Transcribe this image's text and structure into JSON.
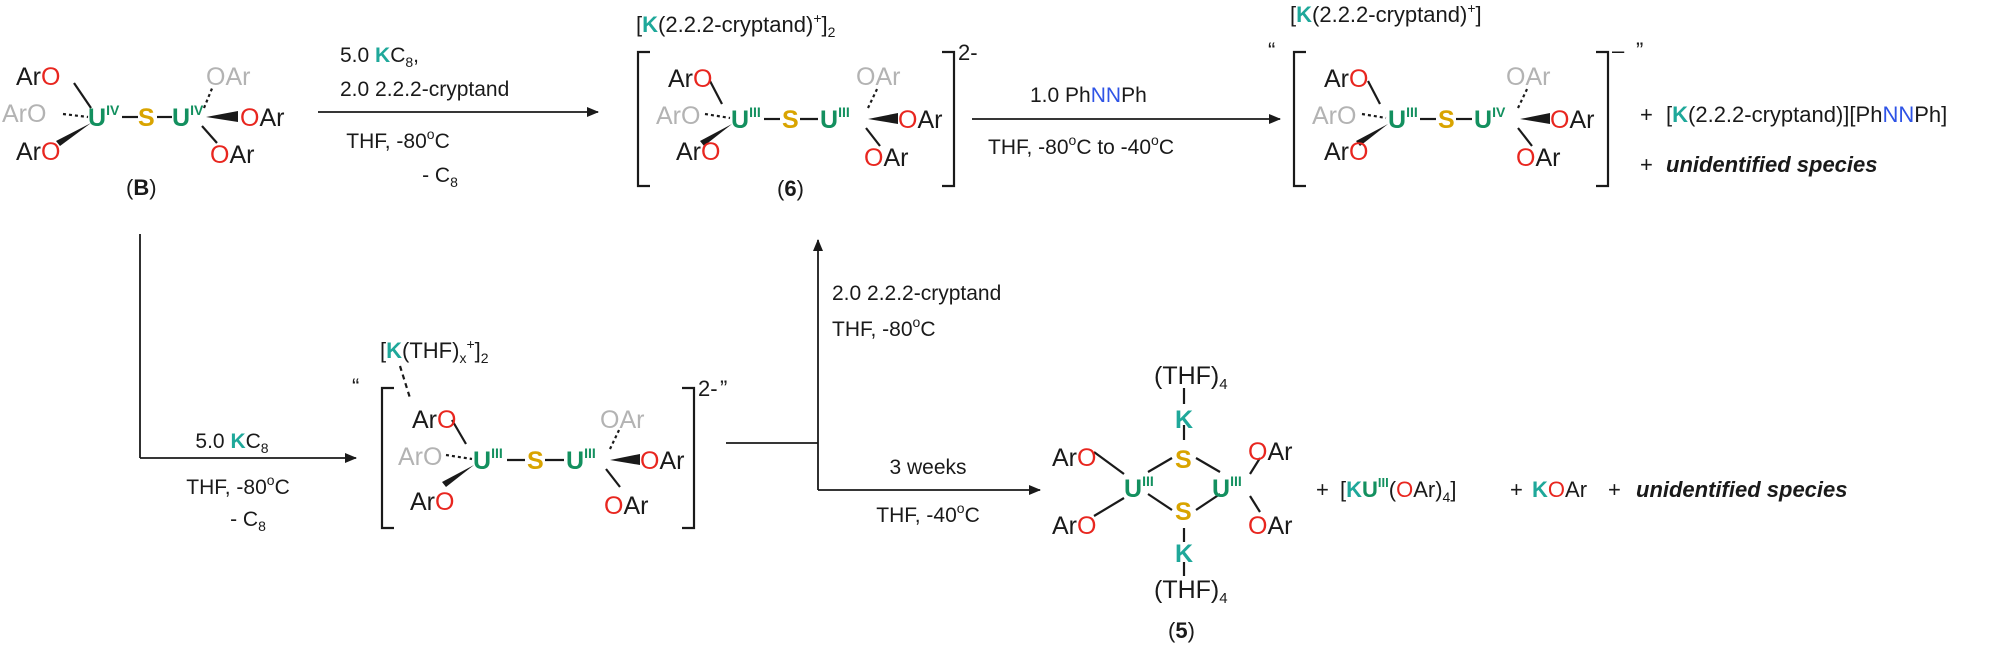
{
  "colors": {
    "uranium": "#13905f",
    "potassium": "#1fa89a",
    "sulfur": "#d9a400",
    "oxygen": "#e8261f",
    "nitrogen": "#2f54e6",
    "back_ligand": "#b3b3b3",
    "text": "#1a1a1a"
  },
  "atoms": {
    "ar": "Ar",
    "o": "O",
    "u": "U",
    "s": "S",
    "k": "K",
    "n": "N"
  },
  "oxidation": {
    "iv": "IV",
    "iii": "III"
  },
  "compounds": {
    "B": {
      "label": "B",
      "open": "(",
      "close": ")"
    },
    "c6": {
      "label": "6",
      "open": "(",
      "close": ")",
      "cation_pre": "[",
      "cation_mid": "(2.2.2-cryptand)",
      "cation_sup": "+",
      "cation_post": "]",
      "cation_sub": "2",
      "charge": "2-"
    },
    "c_top_right": {
      "cation_pre": "[",
      "cation_mid": "(2.2.2-cryptand)",
      "cation_sup": "+",
      "cation_post": "]",
      "charge": "–",
      "quote_open": "“",
      "quote_close": "”"
    },
    "c_mid": {
      "cation_pre": "[",
      "cation_mid": "(THF)",
      "cation_sub_x": "x",
      "cation_sup": "+",
      "cation_post": "]",
      "cation_sub": "2",
      "charge": "2-",
      "quote_open": "“",
      "quote_close": "”"
    },
    "c5": {
      "label": "5",
      "open": "(",
      "close": ")",
      "thf": "(THF)",
      "thf_sub": "4"
    }
  },
  "conditions": {
    "step1": {
      "line1_pre": "5.0 ",
      "line1_post": "C",
      "line1_sub": "8",
      "line1_end": ",",
      "line2": "2.0 2.2.2-cryptand",
      "line3": "THF, -80",
      "line3_sup": "o",
      "line3_end": "C",
      "line4": "- C",
      "line4_sub": "8"
    },
    "step2": {
      "line1_pre": "1.0 Ph",
      "line1_post": "Ph",
      "line2": "THF, -80",
      "line2_sup1": "o",
      "line2_mid": "C to -40",
      "line2_sup2": "o",
      "line2_end": "C"
    },
    "step3": {
      "line1_pre": "5.0 ",
      "line1_post": "C",
      "line1_sub": "8",
      "line2": "THF, -80",
      "line2_sup": "o",
      "line2_end": "C",
      "line3": "- C",
      "line3_sub": "8"
    },
    "step4": {
      "line1": "2.0 2.2.2-cryptand",
      "line2": "THF, -80",
      "line2_sup": "o",
      "line2_end": "C"
    },
    "step5": {
      "line1": "3 weeks",
      "line2": "THF, -40",
      "line2_sup": "o",
      "line2_end": "C"
    }
  },
  "byproducts": {
    "top_plus1": "+",
    "top_salt_pre": "[",
    "top_salt_mid": "(2.2.2-cryptand)][Ph",
    "top_salt_end": "Ph]",
    "top_plus2": "+",
    "unidentified": "unidentified species",
    "bottom_plus1": "+",
    "bottom_salt_pre": "[",
    "bottom_salt_mid": "(",
    "bottom_salt_end": "Ar)",
    "bottom_salt_sub": "4",
    "bottom_salt_close": "]",
    "bottom_plus2": "+",
    "bottom_kar": "Ar",
    "bottom_plus3": "+"
  }
}
